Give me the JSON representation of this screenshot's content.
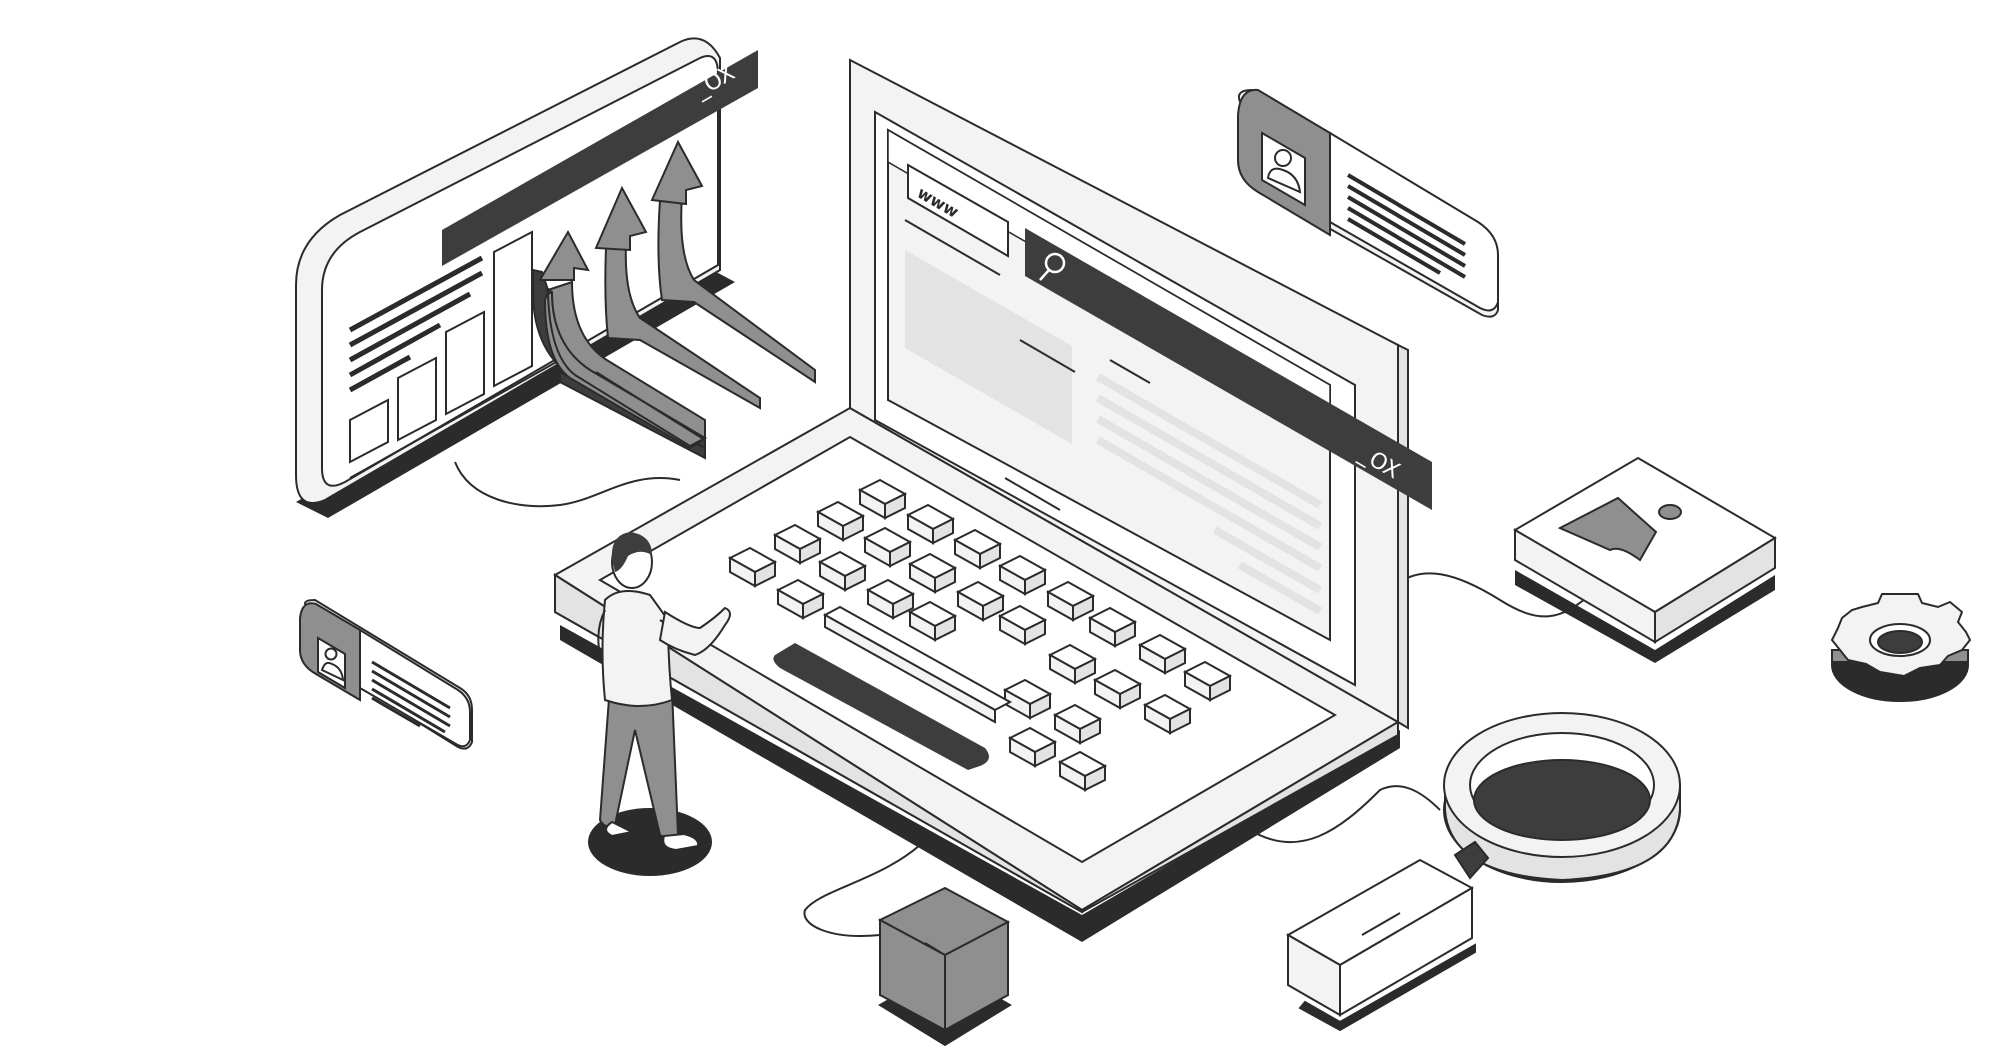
{
  "browser": {
    "address_label": "www",
    "window_controls": "_OX"
  },
  "chart_panel": {
    "window_controls": "_OX"
  },
  "icons": {
    "search": "magnifier-icon",
    "user": "user-icon",
    "image": "image-icon",
    "settings": "gear-icon",
    "chart": "bar-chart-icon",
    "growth": "up-arrow-icon"
  },
  "colors": {
    "ink": "#2b2b2b",
    "dark": "#3d3d3d",
    "mid": "#8f8f8f",
    "light": "#e3e3e3",
    "paper": "#f3f3f3",
    "white": "#ffffff"
  }
}
